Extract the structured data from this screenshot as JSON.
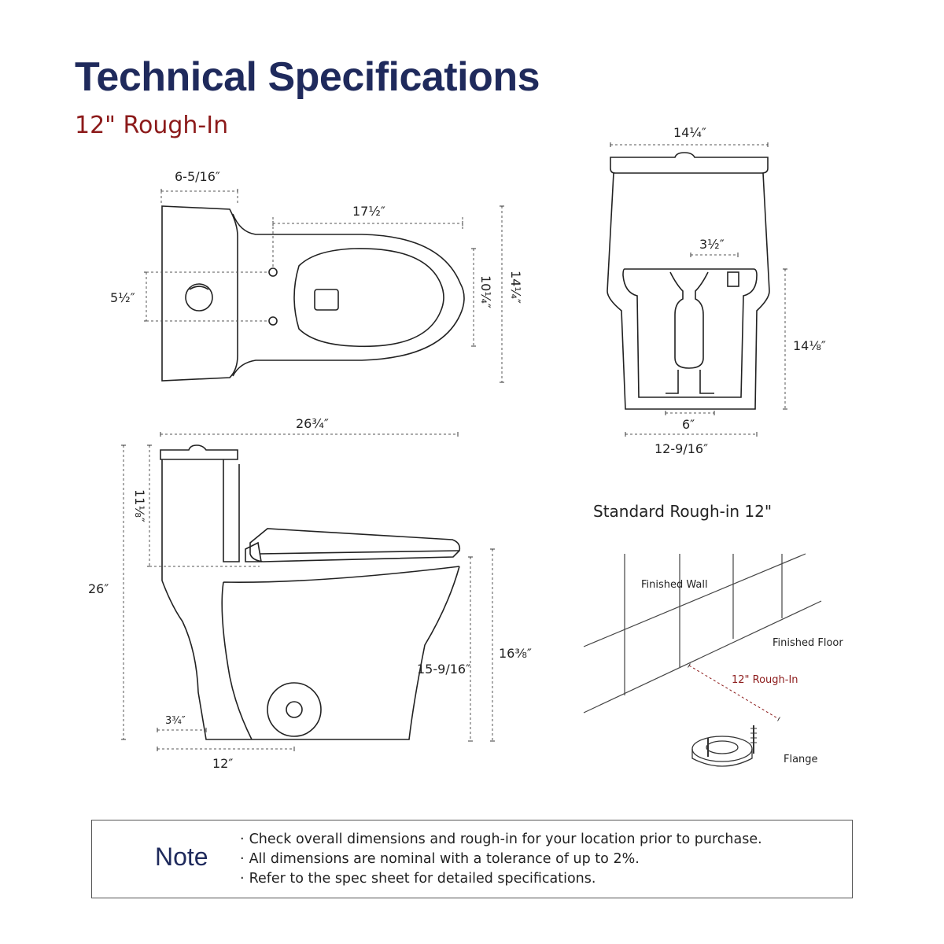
{
  "header": {
    "title": "Technical Specifications",
    "subtitle": "12\" Rough-In"
  },
  "top_view": {
    "dim_width_tank": "6-5/16″",
    "dim_bowl_length": "17½″",
    "dim_hole_spacing": "5½″",
    "dim_seat_width": "10¼″",
    "dim_overall_width": "14¼″"
  },
  "side_view": {
    "dim_overall_length": "26¾″",
    "dim_tank_height": "11⅛″",
    "dim_overall_height": "26″",
    "dim_seat_height": "16⅜″",
    "dim_bowl_height": "15-9/16″",
    "dim_base_offset": "3¾″",
    "dim_rough_in": "12″"
  },
  "front_view": {
    "dim_tank_width": "14¼″",
    "dim_valve_spacing": "3½″",
    "dim_base_height": "14⅛″",
    "dim_base_inner": "6″",
    "dim_base_width": "12-9/16″"
  },
  "rough_in_diagram": {
    "title": "Standard Rough-in 12\"",
    "wall_label": "Finished  Wall",
    "floor_label": "Finished  Floor",
    "rough_label": "12\" Rough-In",
    "flange_label": "Flange"
  },
  "note": {
    "label": "Note",
    "items": [
      "Check overall dimensions and rough-in for your location prior to purchase.",
      "All dimensions are nominal with a tolerance of up to 2%.",
      "Refer to the spec sheet for detailed specifications."
    ]
  },
  "colors": {
    "title": "#1f2a5c",
    "accent_red": "#8c1a1a",
    "line": "#222222"
  }
}
